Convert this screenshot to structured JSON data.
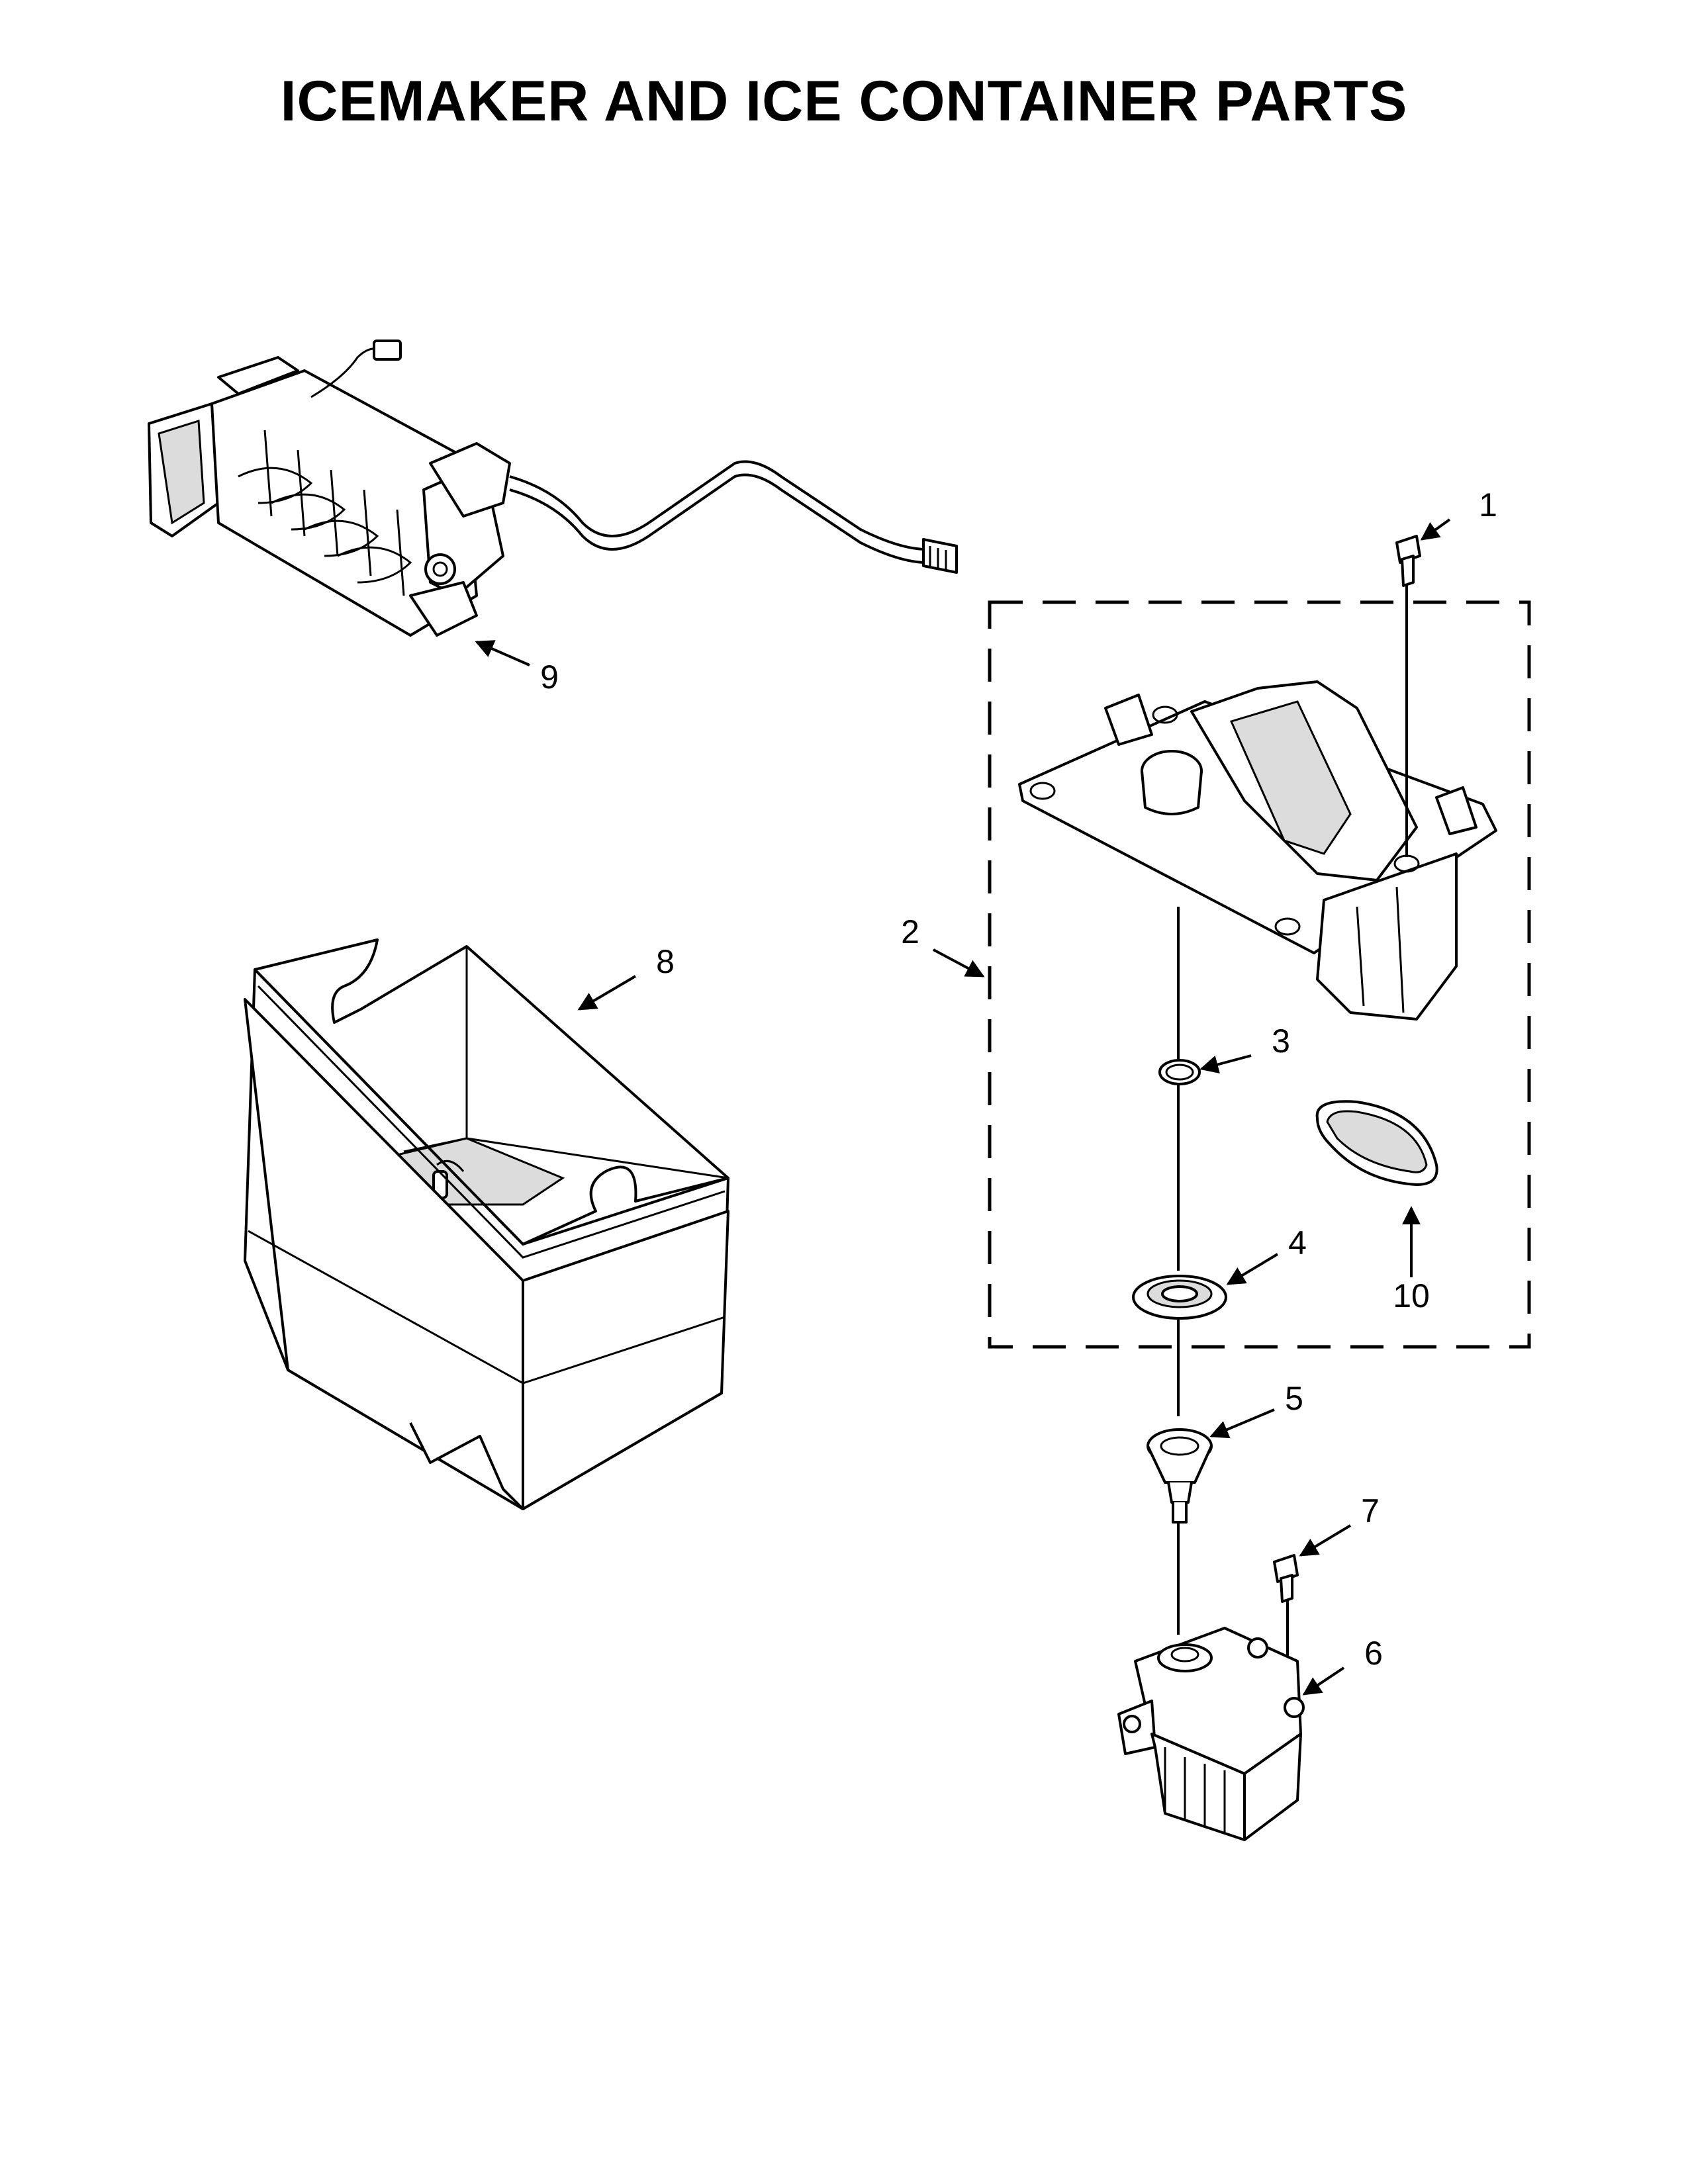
{
  "title": "ICEMAKER AND ICE CONTAINER PARTS",
  "callouts": [
    {
      "id": "1",
      "label": "1"
    },
    {
      "id": "2",
      "label": "2"
    },
    {
      "id": "3",
      "label": "3"
    },
    {
      "id": "4",
      "label": "4"
    },
    {
      "id": "5",
      "label": "5"
    },
    {
      "id": "6",
      "label": "6"
    },
    {
      "id": "7",
      "label": "7"
    },
    {
      "id": "8",
      "label": "8"
    },
    {
      "id": "9",
      "label": "9"
    },
    {
      "id": "10",
      "label": "10"
    }
  ],
  "colors": {
    "line": "#000000",
    "background": "#ffffff",
    "shade": "#dcdcdc"
  }
}
